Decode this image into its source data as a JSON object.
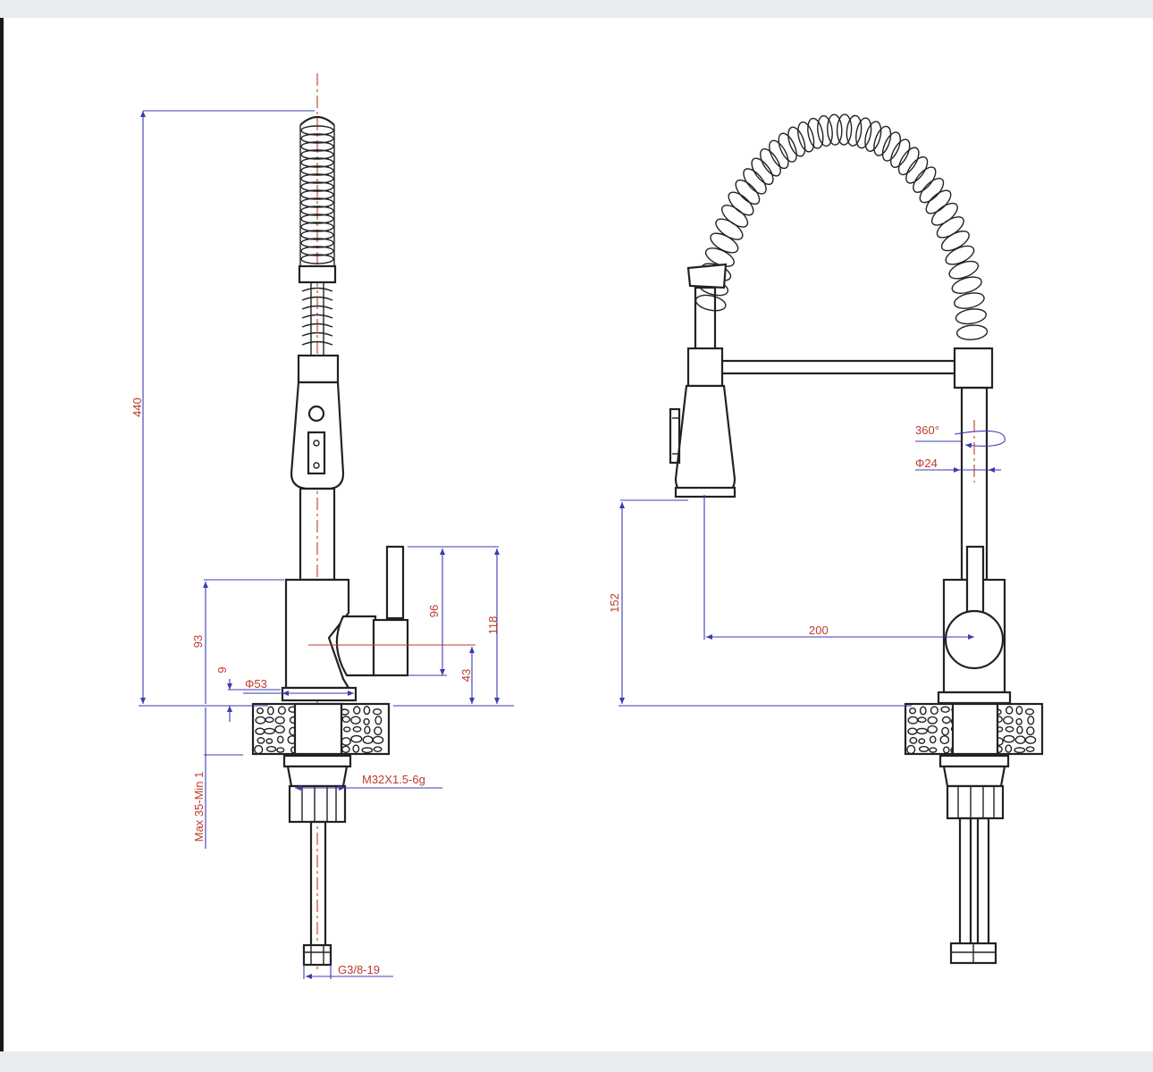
{
  "dimensions": {
    "total_height": "440",
    "body_height": "93",
    "flange_offset": "9",
    "base_diameter": "Φ53",
    "thread": "M32X1.5-6g",
    "deck_thickness": "Max 35-Min 1",
    "hose_connection": "G3/8-19",
    "handle_height": "96",
    "lever_height": "118",
    "lever_axis_height": "43",
    "spout_clearance": "152",
    "spout_reach": "200",
    "rotation": "360°",
    "column_diameter": "Φ24"
  },
  "colors": {
    "dimension_text": "#c0392b",
    "dimension_line": "#3b3bb3",
    "object_line": "#222222"
  }
}
